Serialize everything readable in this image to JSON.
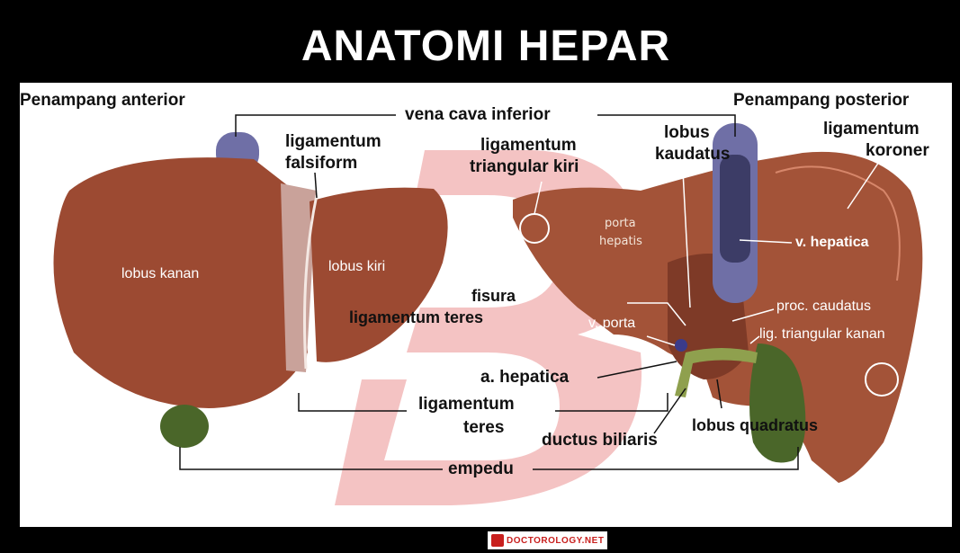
{
  "title": "ANATOMI HEPAR",
  "views": {
    "anterior": "Penampang anterior",
    "posterior": "Penampang posterior"
  },
  "labels": {
    "vena_cava_inferior": "vena cava inferior",
    "ligamentum_falsiform_1": "ligamentum",
    "ligamentum_falsiform_2": "falsiform",
    "ligamentum_triangular_kiri_1": "ligamentum",
    "ligamentum_triangular_kiri_2": "triangular kiri",
    "lobus_kaudatus_1": "lobus",
    "lobus_kaudatus_2": "kaudatus",
    "ligamentum_koroner_1": "ligamentum",
    "ligamentum_koroner_2": "koroner",
    "lobus_kanan": "lobus kanan",
    "lobus_kiri": "lobus kiri",
    "porta_hepatis_1": "porta",
    "porta_hepatis_2": "hepatis",
    "v_hepatica": "v. hepatica",
    "fisura": "fisura",
    "ligamentum_teres_fisura": "ligamentum teres",
    "proc_caudatus": "proc. caudatus",
    "v_porta": "v. porta",
    "lig_triangular_kanan": "lig. triangular kanan",
    "a_hepatica": "a. hepatica",
    "ligamentum_teres_1": "ligamentum",
    "ligamentum_teres_2": "teres",
    "lobus_quadratus": "lobus quadratus",
    "ductus_biliaris": "ductus biliaris",
    "empedu": "empedu"
  },
  "footer": {
    "logo_text": "DOCTOROLOGY.NET"
  },
  "colors": {
    "liver": "#9a4b33",
    "liver_dark": "#7a3726",
    "gallbladder": "#4f6b2c",
    "vena_cava": "#6f6fa6",
    "watermark": "#f0b6b6"
  }
}
